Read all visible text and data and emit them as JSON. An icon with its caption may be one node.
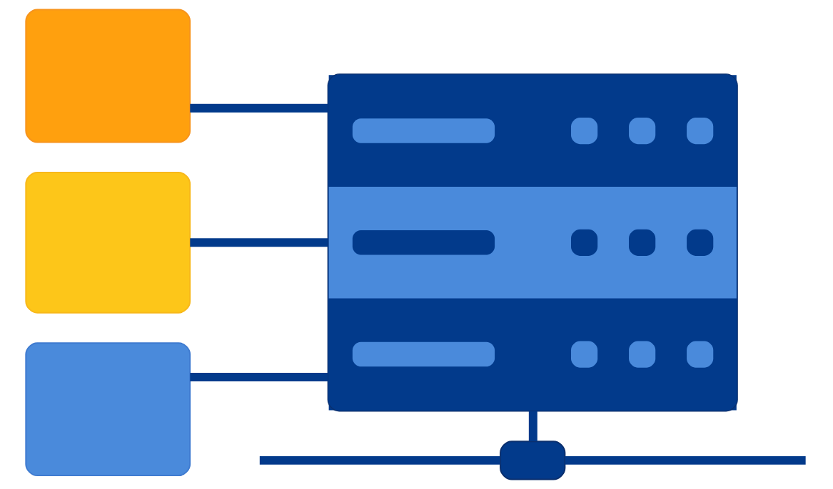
{
  "diagram": {
    "nodes": [
      {
        "text": [],
        "shape": "box"
      },
      {
        "text": [],
        "shape": "box"
      },
      {
        "text": [],
        "shape": "box"
      },
      {
        "text": [],
        "shape": "picture"
      },
      {
        "text": [],
        "shape": "box"
      }
    ],
    "edges": [
      {
        "from": 0,
        "to": 3,
        "arrow": "none"
      },
      {
        "from": 1,
        "to": 3,
        "arrow": "none"
      },
      {
        "from": 2,
        "to": 3,
        "arrow": "none"
      },
      {
        "from": 3,
        "to": 4,
        "arrow": "none"
      },
      {
        "from": null,
        "to": 4,
        "arrow": "none"
      },
      {
        "from": 4,
        "to": null,
        "arrow": "none"
      }
    ]
  }
}
